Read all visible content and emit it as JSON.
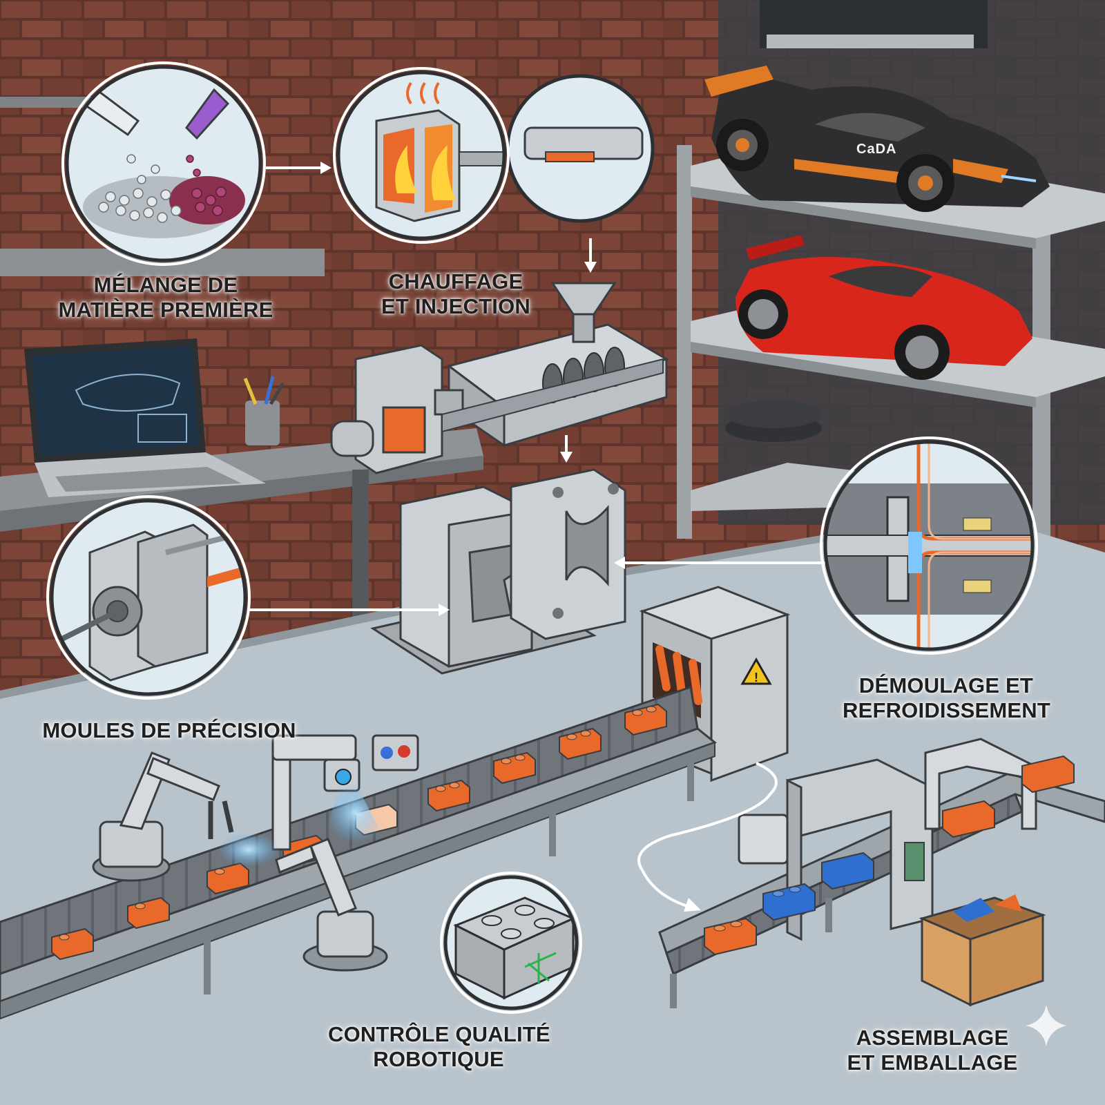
{
  "steps": {
    "step1": {
      "line1": "MÉLANGE DE",
      "line2": "MATIÈRE PREMIÈRE"
    },
    "step2": {
      "line1": "CHAUFFAGE",
      "line2": "ET INJECTION"
    },
    "step3": {
      "line1": "MOULES DE PRÉCISION"
    },
    "step4": {
      "line1": "DÉMOULAGE ET",
      "line2": "REFROIDISSEMENT"
    },
    "step5": {
      "line1": "CONTRÔLE QUALITÉ",
      "line2": "ROBOTIQUE"
    },
    "step6": {
      "line1": "ASSEMBLAGE",
      "line2": "ET EMBALLAGE"
    }
  },
  "car_badge": "CaDA",
  "colors": {
    "brick_wall": "#8a4a3c",
    "table_surface": "#b9c3cb",
    "machine_grey": "#c9ced3",
    "brick_orange": "#e8692a",
    "brick_blue": "#2f6fd0",
    "car_red": "#d8261c",
    "car_dark": "#2e2e30",
    "inset_background": "#dfeaf1",
    "arrow_white": "#ffffff"
  }
}
